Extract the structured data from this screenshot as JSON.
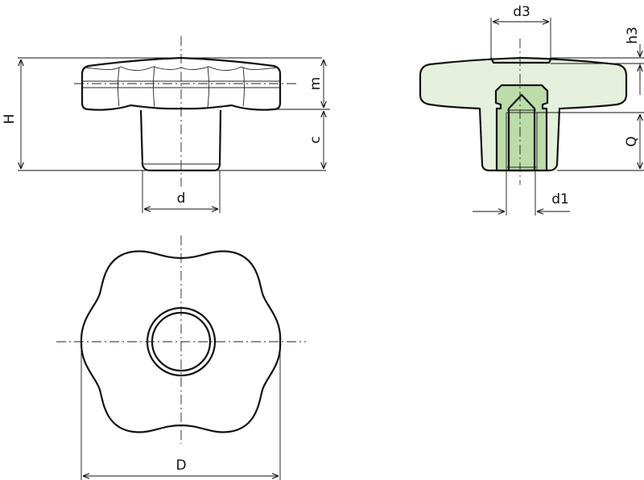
{
  "diagram": {
    "title": "Lobed knob with threaded bushing - dimension drawing",
    "colors": {
      "body_fill": "#e5f1dc",
      "insert_fill": "#bcdcaa",
      "line": "#111111"
    },
    "views": {
      "side_view": {
        "labels": {
          "H": "H",
          "m": "m",
          "c": "c",
          "d": "d"
        }
      },
      "section_view": {
        "labels": {
          "d3": "d3",
          "h3": "h3",
          "Q": "Q",
          "d1": "d1"
        }
      },
      "top_view": {
        "lobes": 6,
        "labels": {
          "D": "D"
        }
      }
    }
  }
}
